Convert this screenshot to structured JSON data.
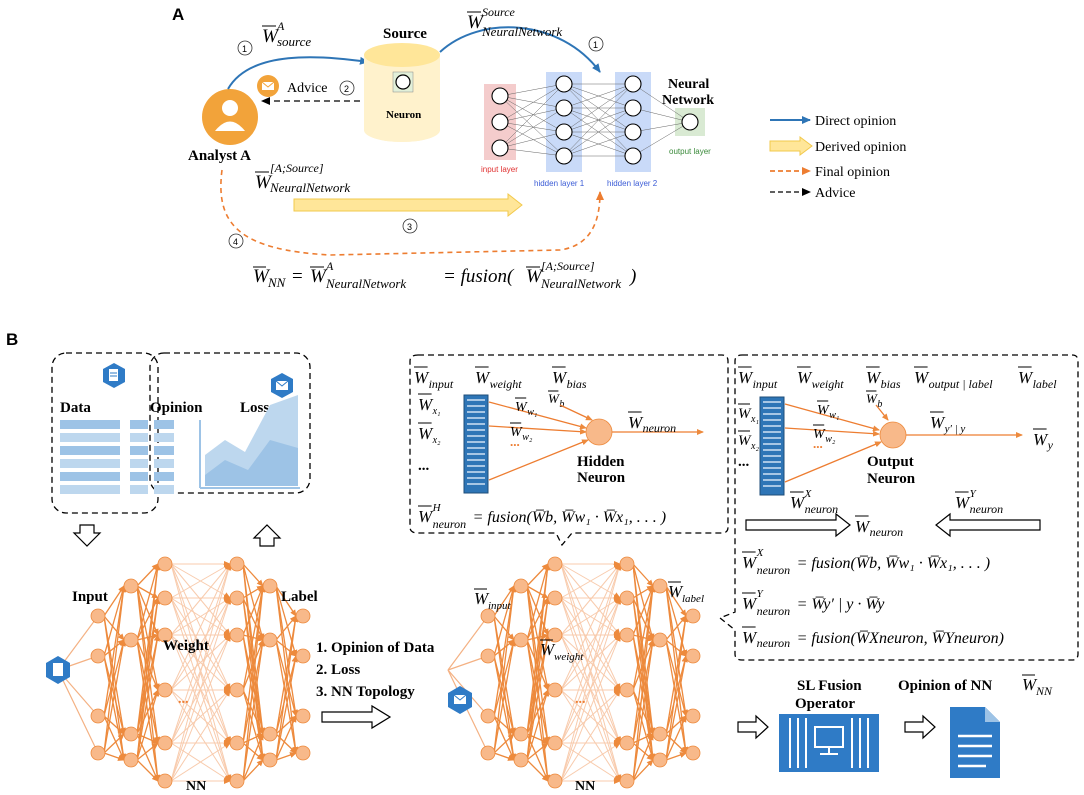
{
  "panel_a": {
    "label": "A",
    "w_source_label": "W",
    "w_source_sup": "A",
    "w_source_sub": "source",
    "w_nn_label": "W",
    "w_nn_sup": "Source",
    "w_nn_sub": "NeuralNetwork",
    "source_title": "Source",
    "neuron_label": "Neuron",
    "nn_title_1": "Neural",
    "nn_title_2": "Network",
    "advice_label": "Advice",
    "analyst_label": "Analyst A",
    "derived_label": "W",
    "derived_sup": "[A;Source]",
    "derived_sub": "NeuralNetwork",
    "step_1a": "1",
    "step_1b": "1",
    "step_2": "2",
    "step_3": "3",
    "step_4": "4",
    "input_layer": "input layer",
    "hidden_layer_1": "hidden layer 1",
    "hidden_layer_2": "hidden layer 2",
    "output_layer": "output layer",
    "formula": {
      "lhs": "W",
      "lhs_sub": "NN",
      "eq1": "=",
      "mid": "W",
      "mid_sup": "A",
      "mid_sub": "NeuralNetwork",
      "eq2": "= fusion(",
      "rhs": "W",
      "rhs_sup": "[A;Source]",
      "rhs_sub": "NeuralNetwork",
      "close": ")"
    }
  },
  "legend": {
    "items": [
      {
        "label": "Direct opinion",
        "color": "#2e75b6"
      },
      {
        "label": "Derived opinion",
        "color": "#ffd966"
      },
      {
        "label": "Final opinion",
        "color": "#ed7d31"
      },
      {
        "label": "Advice",
        "color": "#000000"
      }
    ]
  },
  "panel_b": {
    "label": "B",
    "data_label": "Data",
    "opinion_label": "Opinion",
    "loss_label": "Loss",
    "input_label": "Input",
    "label_label": "Label",
    "weight_label": "Weight",
    "nn_label_left": "NN",
    "nn_label_right": "NN",
    "ellipsis": "...",
    "steps": [
      "1. Opinion of Data",
      "2. Loss",
      "3. NN Topology"
    ],
    "w_input": "W",
    "w_input_sub": "input",
    "w_weight": "W",
    "w_weight_sub": "weight",
    "w_label": "W",
    "w_label_sub": "label",
    "hidden_box": {
      "w_input_sub": "input",
      "w_weight_sub": "weight",
      "w_bias_sub": "bias",
      "w_b_sub": "b",
      "w_x1_sub": "x₁",
      "w_x2_sub": "x₂",
      "w_w1_sub": "w₁",
      "w_w2_sub": "w₂",
      "w_neuron_sub": "neuron",
      "neuron_title_1": "Hidden",
      "neuron_title_2": "Neuron",
      "dots": "...",
      "formula_sup": "H",
      "formula_sub": "neuron",
      "formula_body": "= fusion(W̅b, W̅w₁ · W̅x₁, . . . )"
    },
    "output_box": {
      "w_input_sub": "input",
      "w_weight_sub": "weight",
      "w_bias_sub": "bias",
      "w_outlabel_sub": "output | label",
      "w_label_sub": "label",
      "w_b_sub": "b",
      "w_x1_sub": "x₁",
      "w_x2_sub": "x₂",
      "w_w1_sub": "w₁",
      "w_w2_sub": "w₂",
      "w_y_given_sub": "y′ | y",
      "w_y_sub": "y",
      "w_neuronX_sup": "X",
      "w_neuronY_sup": "Y",
      "w_neuron_sub": "neuron",
      "neuron_title_1": "Output",
      "neuron_title_2": "Neuron",
      "dots": "...",
      "f1_body": "= fusion(W̅b, W̅w₁ · W̅x₁, . . . )",
      "f2_body": "= W̅y′ | y · W̅y",
      "f3_body": "= fusion(W̅Xneuron, W̅Yneuron)"
    },
    "sl_fusion_1": "SL Fusion",
    "sl_fusion_2": "Operator",
    "opinion_nn_label": "Opinion of NN",
    "opinion_nn_w": "W",
    "opinion_nn_sub": "NN"
  }
}
